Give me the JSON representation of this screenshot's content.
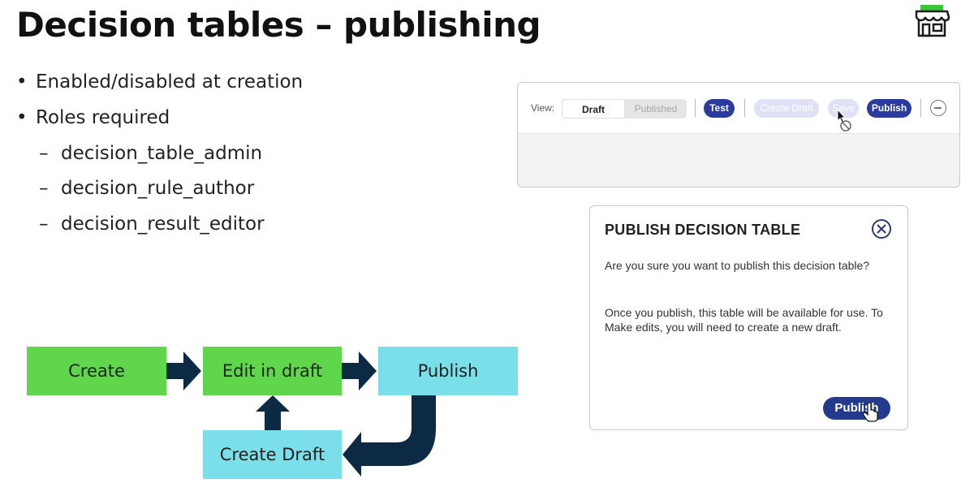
{
  "title": "Decision tables – publishing",
  "bullets": [
    {
      "marker": "•",
      "text": "Enabled/disabled at creation"
    },
    {
      "marker": "•",
      "text": "Roles required"
    },
    {
      "marker": "–",
      "text": "decision_table_admin"
    },
    {
      "marker": "–",
      "text": "decision_rule_author"
    },
    {
      "marker": "–",
      "text": "decision_result_editor"
    }
  ],
  "toolbar": {
    "view_label": "View:",
    "segments": [
      "Draft",
      "Published"
    ],
    "selected_segment": "Draft",
    "buttons": {
      "test": "Test",
      "create_draft": "Create Draft",
      "save": "Save",
      "publish": "Publish"
    }
  },
  "dialog": {
    "title": "PUBLISH DECISION TABLE",
    "paragraph1": "Are you sure you want to publish this decision table?",
    "paragraph2": "Once you publish, this table will be available for use. To Make edits, you will need to create a new draft.",
    "publish_label": "Publish"
  },
  "flow": {
    "create": "Create",
    "edit": "Edit in draft",
    "publish": "Publish",
    "create_draft": "Create Draft"
  },
  "colors": {
    "accent_blue": "#2a3a9e",
    "flow_green": "#5fd64b",
    "flow_cyan": "#7adfe8",
    "arrow_navy": "#0d2a45"
  },
  "icons": {
    "store": "store-icon",
    "close": "close-circle-icon",
    "menu": "more-circle-icon"
  }
}
